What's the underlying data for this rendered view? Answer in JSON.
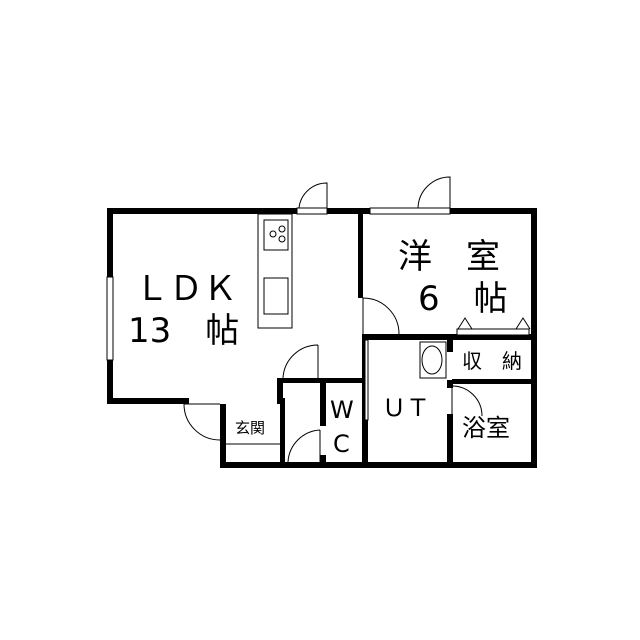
{
  "rooms": {
    "ldk": {
      "name": "ＬＤＫ",
      "size": "13　帖"
    },
    "western": {
      "name": "洋　室",
      "size": "6　帖"
    },
    "storage": {
      "name": "収　納"
    },
    "utility": {
      "name": "ＵＴ"
    },
    "bath": {
      "name": "浴室"
    },
    "wc_w": "W",
    "wc_c": "C",
    "entrance": {
      "name": "玄関"
    }
  }
}
